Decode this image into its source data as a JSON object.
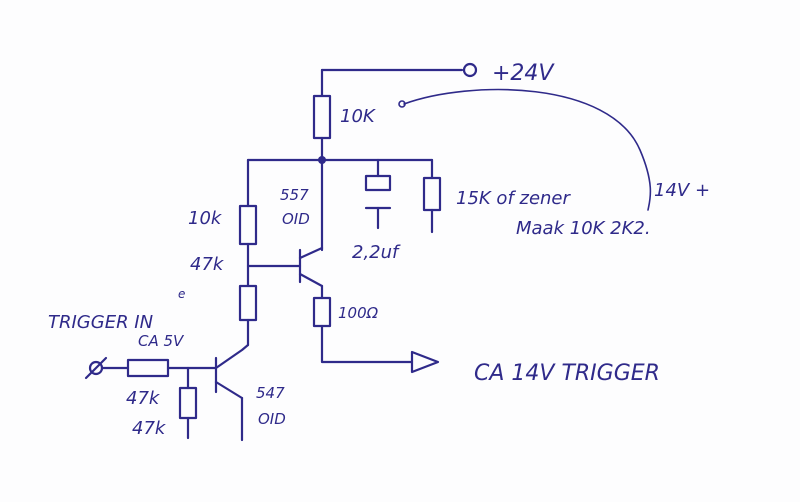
{
  "labels": {
    "supply": "+24V",
    "r_top": "10K",
    "r_left": "10k",
    "r_mid": "47k",
    "q_top_type": "557",
    "q_top_pins": "OID",
    "cap": "2,2uf",
    "r_15k_note_line1": "15K of zener",
    "r_15k_note_v": "14V +",
    "r_15k_note_line2": "Maak 10K 2K2.",
    "r_emitter": "100Ω",
    "trigger_in": "TRIGGER IN",
    "trigger_in_e": "e",
    "trigger_in_ca": "CA 5V",
    "r_in1": "47k",
    "r_in2": "47k",
    "q_bot_type": "547",
    "q_bot_pins": "OID",
    "output": "CA 14V TRIGGER"
  },
  "colors": {
    "ink": "#2f2a8a",
    "paper": "#fdfdfe"
  }
}
